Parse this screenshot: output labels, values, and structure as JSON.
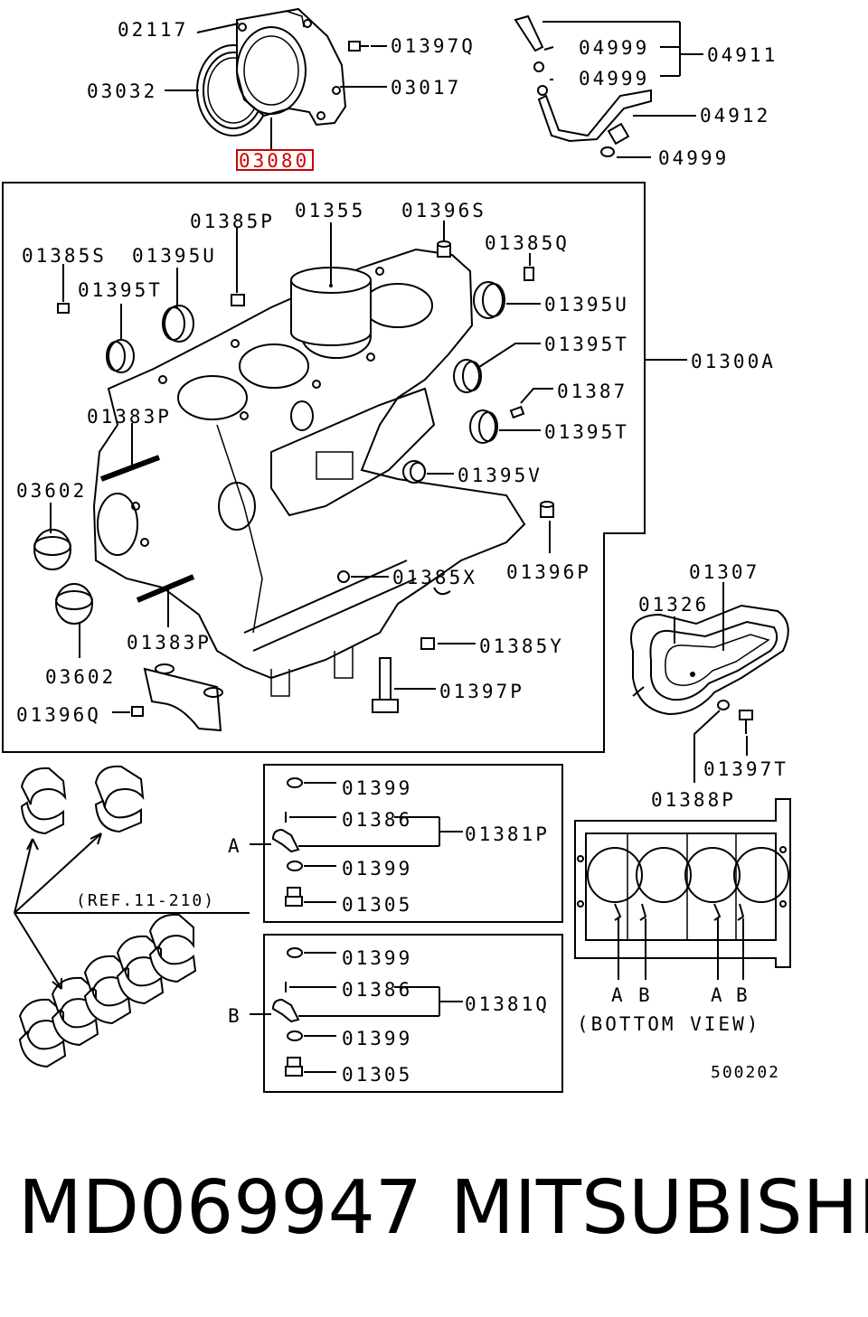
{
  "parts": {
    "p02117": "02117",
    "p03032": "03032",
    "p03080": "03080",
    "p01397Q": "01397Q",
    "p03017": "03017",
    "p04999a": "04999",
    "p04999b": "04999",
    "p04911": "04911",
    "p04912": "04912",
    "p04999c": "04999",
    "p01385P": "01385P",
    "p01355": "01355",
    "p01396S": "01396S",
    "p01385S": "01385S",
    "p01395U_l": "01395U",
    "p01385Q": "01385Q",
    "p01395T_l": "01395T",
    "p01395U_r": "01395U",
    "p01395T_r1": "01395T",
    "p01300A": "01300A",
    "p01387": "01387",
    "p01383P_t": "01383P",
    "p01395T_r2": "01395T",
    "p03602_t": "03602",
    "p01395V": "01395V",
    "p01396P": "01396P",
    "p01385X": "01385X",
    "p01307": "01307",
    "p01326": "01326",
    "p01383P_b": "01383P",
    "p01385Y": "01385Y",
    "p03602_b": "03602",
    "p01397P": "01397P",
    "p01396Q": "01396Q",
    "p01397T": "01397T",
    "p01388P": "01388P",
    "pA01399a": "01399",
    "pA01386": "01386",
    "pA01381P": "01381P",
    "pA01399b": "01399",
    "pA01305": "01305",
    "pB01399a": "01399",
    "pB01386": "01386",
    "pB01381Q": "01381Q",
    "pB01399b": "01399",
    "pB01305": "01305"
  },
  "markers": {
    "A": "A",
    "B": "B",
    "bottom_A1": "A",
    "bottom_B1": "B",
    "bottom_A2": "A",
    "bottom_B2": "B"
  },
  "ref_note": "(REF.11-210)",
  "bottom_view": "(BOTTOM VIEW)",
  "diagram_code": "500202",
  "footer": {
    "part_number": "MD069947",
    "brand": "MITSUBISHI"
  },
  "colors": {
    "highlight": "#cc0000",
    "ink": "#000000"
  }
}
